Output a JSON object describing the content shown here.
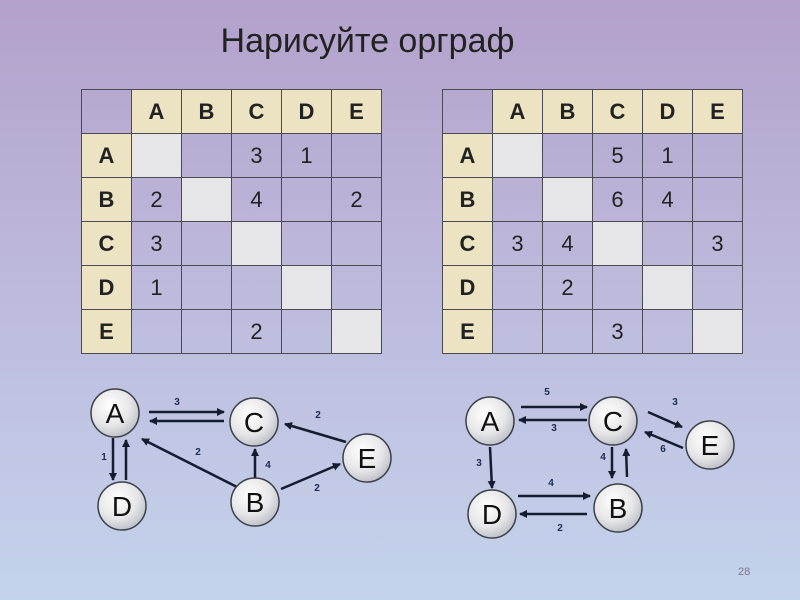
{
  "title": "Нарисуйте орграф",
  "page_number": "28",
  "tables": [
    {
      "cols": [
        "A",
        "B",
        "C",
        "D",
        "E"
      ],
      "rows": [
        {
          "label": "A",
          "cells": [
            "",
            "",
            "3",
            "1",
            ""
          ]
        },
        {
          "label": "B",
          "cells": [
            "2",
            "",
            "4",
            "",
            "2"
          ]
        },
        {
          "label": "C",
          "cells": [
            "3",
            "",
            "",
            "",
            ""
          ]
        },
        {
          "label": "D",
          "cells": [
            "1",
            "",
            "",
            "",
            ""
          ]
        },
        {
          "label": "E",
          "cells": [
            "",
            "",
            "2",
            "",
            ""
          ]
        }
      ]
    },
    {
      "cols": [
        "A",
        "B",
        "C",
        "D",
        "E"
      ],
      "rows": [
        {
          "label": "A",
          "cells": [
            "",
            "",
            "5",
            "1",
            ""
          ]
        },
        {
          "label": "B",
          "cells": [
            "",
            "",
            "6",
            "4",
            ""
          ]
        },
        {
          "label": "C",
          "cells": [
            "3",
            "4",
            "",
            "",
            "3"
          ]
        },
        {
          "label": "D",
          "cells": [
            "",
            "2",
            "",
            "",
            ""
          ]
        },
        {
          "label": "E",
          "cells": [
            "",
            "",
            "3",
            "",
            ""
          ]
        }
      ]
    }
  ],
  "graphs": [
    {
      "nodes": [
        "A",
        "C",
        "E",
        "D",
        "B"
      ],
      "edges": [
        {
          "from": "A",
          "to": "C",
          "label": "3"
        },
        {
          "from": "C",
          "to": "A",
          "label": ""
        },
        {
          "from": "A",
          "to": "D",
          "label": "1"
        },
        {
          "from": "D",
          "to": "A",
          "label": ""
        },
        {
          "from": "B",
          "to": "A",
          "label": "2"
        },
        {
          "from": "B",
          "to": "C",
          "label": "4"
        },
        {
          "from": "B",
          "to": "E",
          "label": "2"
        },
        {
          "from": "E",
          "to": "C",
          "label": "2"
        }
      ]
    },
    {
      "nodes": [
        "A",
        "C",
        "E",
        "D",
        "B"
      ],
      "edges": [
        {
          "from": "A",
          "to": "C",
          "label": "5"
        },
        {
          "from": "C",
          "to": "A",
          "label": "3"
        },
        {
          "from": "A",
          "to": "D",
          "label": "3"
        },
        {
          "from": "C",
          "to": "B",
          "label": "4"
        },
        {
          "from": "B",
          "to": "C",
          "label": ""
        },
        {
          "from": "C",
          "to": "E",
          "label": "3"
        },
        {
          "from": "E",
          "to": "C",
          "label": "6"
        },
        {
          "from": "D",
          "to": "B",
          "label": "4"
        },
        {
          "from": "B",
          "to": "D",
          "label": "2"
        }
      ]
    }
  ]
}
